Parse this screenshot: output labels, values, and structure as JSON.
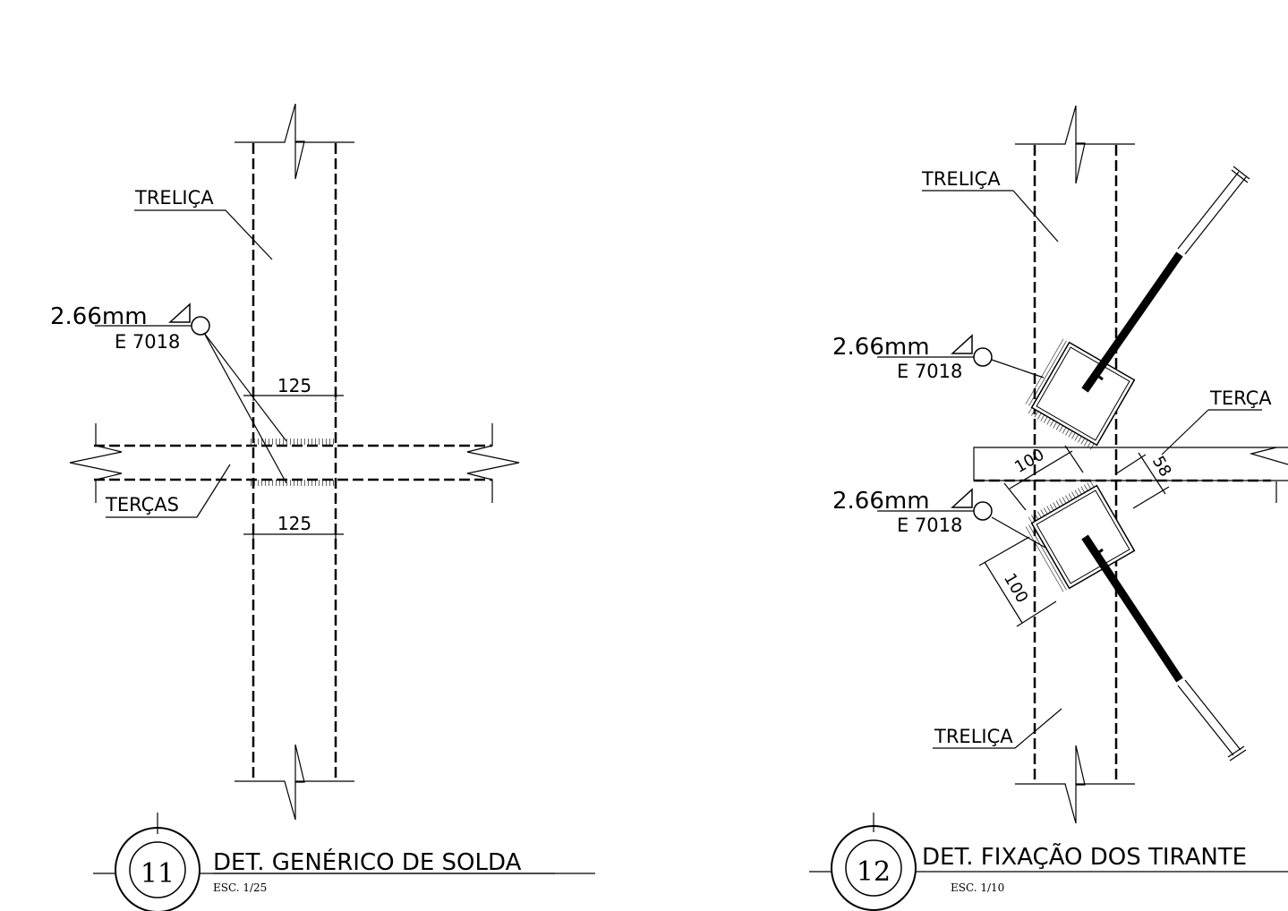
{
  "detail11": {
    "number": "11",
    "title": "DET.  GENÉRICO DE SOLDA",
    "scale": "ESC. 1/25",
    "label_truss": "TRELIÇA",
    "label_purlins": "TERÇAS",
    "weld_size": "2.66mm",
    "electrode": "E 7018",
    "dim_top": "125",
    "dim_bottom": "125"
  },
  "detail12": {
    "number": "12",
    "title": "DET.  FIXAÇÃO DOS TIRANTE",
    "scale": "ESC. 1/10",
    "label_truss_top": "TRELIÇA",
    "label_truss_bottom": "TRELIÇA",
    "label_purlin": "TERÇA",
    "weld_size_1": "2.66mm",
    "electrode_1": "E 7018",
    "weld_size_2": "2.66mm",
    "electrode_2": "E 7018",
    "dim_100_a": "100",
    "dim_100_b": "100",
    "dim_58": "58"
  }
}
